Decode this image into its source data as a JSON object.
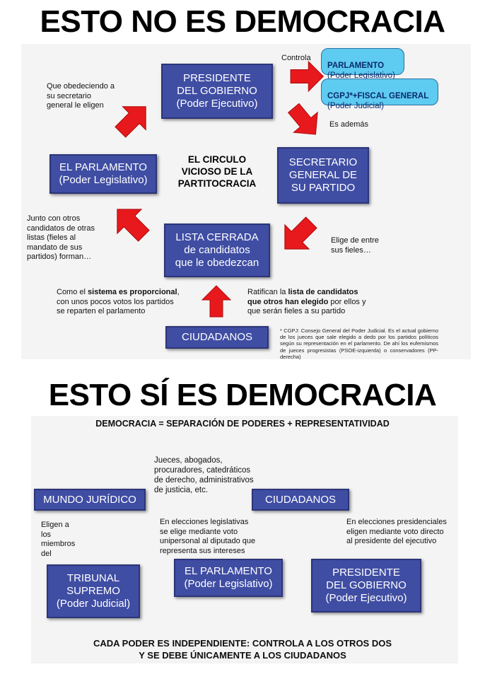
{
  "top": {
    "heading": "ESTO NO ES DEMOCRACIA",
    "center_title": "EL CIRCULO\nVICIOSO DE LA\nPARTITOCRACIA",
    "boxes": {
      "presidente": "PRESIDENTE\nDEL GOBIERNO\n(Poder Ejecutivo)",
      "secretario": "SECRETARIO\nGENERAL DE\nSU PARTIDO",
      "lista": "LISTA CERRADA\nde candidatos\nque le obedezcan",
      "parlamento": "EL PARLAMENTO\n(Poder Legislativo)",
      "ciudadanos": "CIUDADANOS"
    },
    "controla": {
      "label": "Controla",
      "parlamento_title": "PARLAMENTO",
      "parlamento_sub": "(Poder Legislativo)",
      "cgpj_title": "CGPJ*+FISCAL GENERAL",
      "cgpj_sub": "(Poder Judicial)"
    },
    "texts": {
      "es_ademas": "Es además",
      "obedeciendo": "Que obedeciendo a\nsu secretario\ngeneral le eligen",
      "elige_fieles": "Elige de entre\nsus fieles…",
      "junto": "Junto con otros\ncandidatos de otras\nlistas (fieles al\nmandato de sus\npartidos) forman…",
      "como_1": "Como el ",
      "como_bold": "sistema es proporcional",
      "como_2": ",\ncon unos pocos votos los partidos\nse reparten el parlamento",
      "ratifican_1": "Ratifican la ",
      "ratifican_bold1": "lista de candidatos",
      "ratifican_bold2": "que otros han elegido",
      "ratifican_2": " por ellos y\nque serán fieles a su partido"
    },
    "footnote": "* CGPJ: Consejo General del Poder Judicial. Es el actual gobierno de los jueces que sale elegido a dedo por los partidos políticos según su representación en el parlamento. De ahí los eufemismos de jueces progresistas (PSOE-izquierda) o conservadores (PP-derecha)"
  },
  "bottom": {
    "heading": "ESTO SÍ ES DEMOCRACIA",
    "subtitle": "DEMOCRACIA = SEPARACIÓN DE PODERES + REPRESENTATIVIDAD",
    "boxes": {
      "mundo": "MUNDO JURÍDICO",
      "ciudadanos": "CIUDADANOS",
      "tribunal": "TRIBUNAL\nSUPREMO\n(Poder Judicial)",
      "parlamento": "EL PARLAMENTO\n(Poder Legislativo)",
      "presidente": "PRESIDENTE\nDEL GOBIERNO\n(Poder Ejecutivo)"
    },
    "texts": {
      "jueces": "Jueces, abogados,\nprocuradores, catedráticos\nde derecho, administrativos\nde justicia, etc.",
      "elige_miembros": "Eligen a\nlos\nmiembros\ndel",
      "legislativas": "En elecciones legislativas\nse elige mediante voto\nunipersonal al diputado que\nrepresenta sus intereses",
      "presidenciales": "En elecciones presidenciales\neligen mediante voto directo\nal presidente del ejecutivo"
    },
    "footer_1": "CADA PODER ES INDEPENDIENTE: CONTROLA A LOS OTROS DOS",
    "footer_2": "Y SE DEBE ÚNICAMENTE A LOS CIUDADANOS"
  },
  "colors": {
    "box_blue": "#3f4da3",
    "arrow_red": "#e8191c",
    "cyan_box": "#5ecbf1",
    "connector_red": "#e03a3a"
  }
}
